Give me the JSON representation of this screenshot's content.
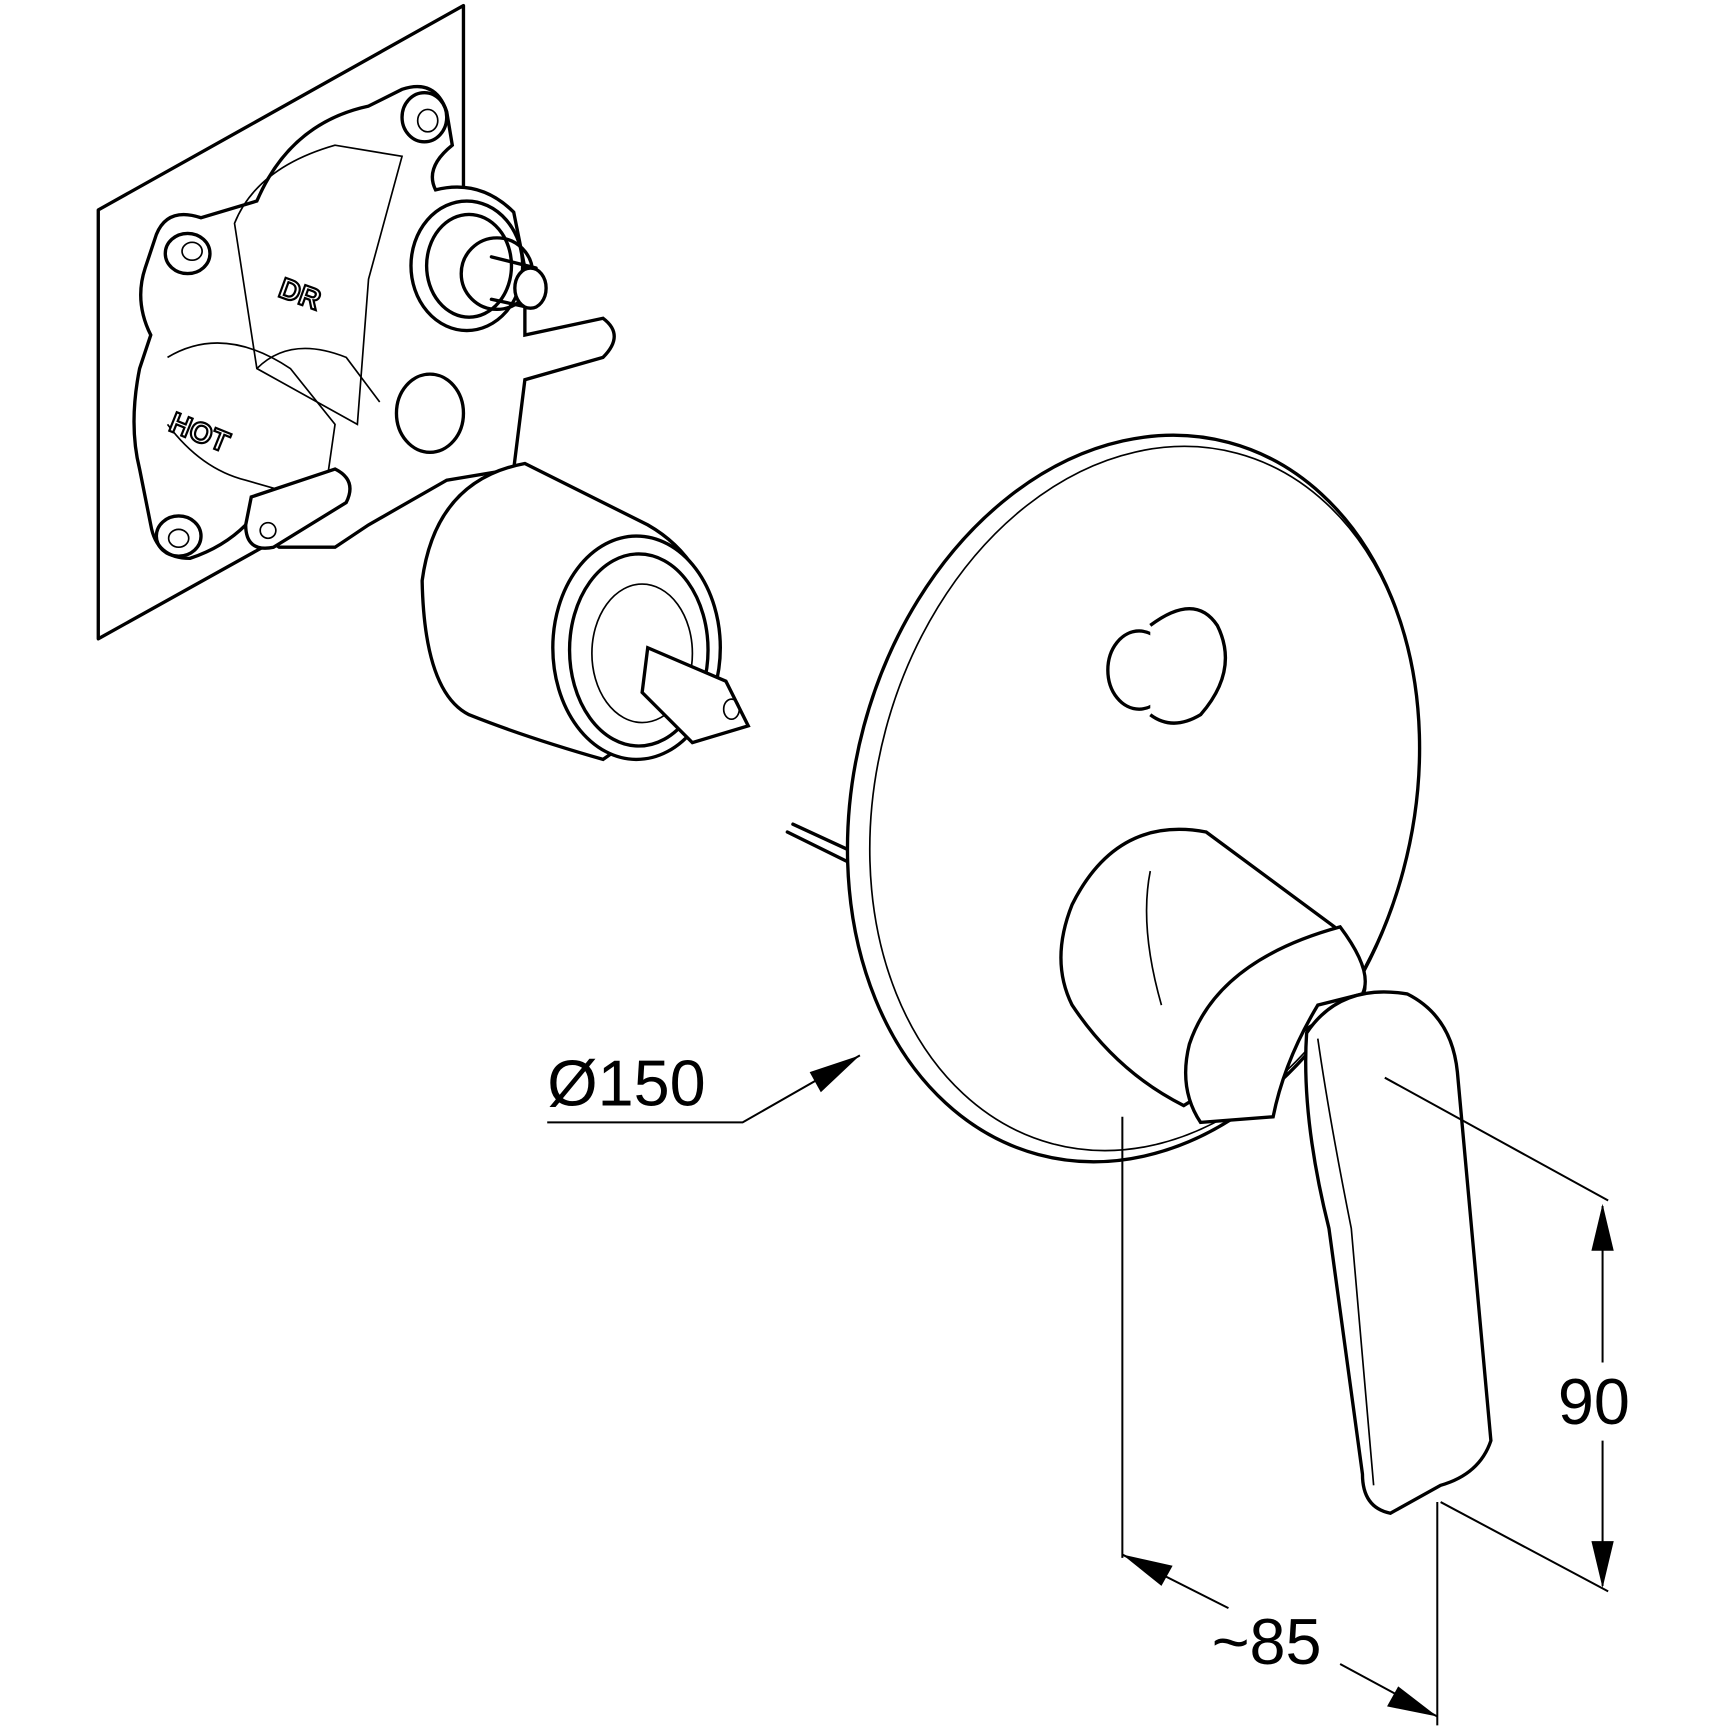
{
  "drawing": {
    "valve_labels": {
      "upper": "DR",
      "lower": "HOT"
    },
    "dimensions": {
      "diameter": "Ø150",
      "height": "90",
      "depth": "~85"
    }
  }
}
